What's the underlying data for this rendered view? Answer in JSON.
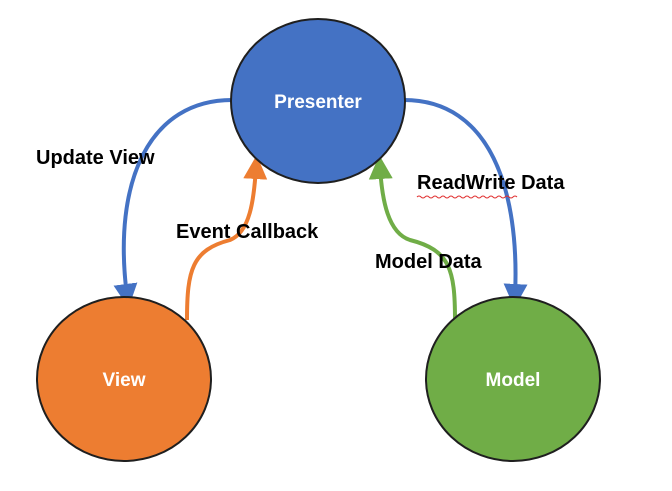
{
  "nodes": {
    "presenter": {
      "label": "Presenter",
      "color": "#4472C4"
    },
    "view": {
      "label": "View",
      "color": "#ED7D31"
    },
    "model": {
      "label": "Model",
      "color": "#70AD47"
    }
  },
  "edges": {
    "update_view": {
      "label": "Update View",
      "color": "#4472C4"
    },
    "event_callback": {
      "label": "Event Callback",
      "color": "#ED7D31"
    },
    "readwrite_data": {
      "label": "ReadWrite Data",
      "color": "#4472C4"
    },
    "model_data": {
      "label": "Model Data",
      "color": "#70AD47"
    }
  },
  "node_outline_color": "#1F1F1F"
}
